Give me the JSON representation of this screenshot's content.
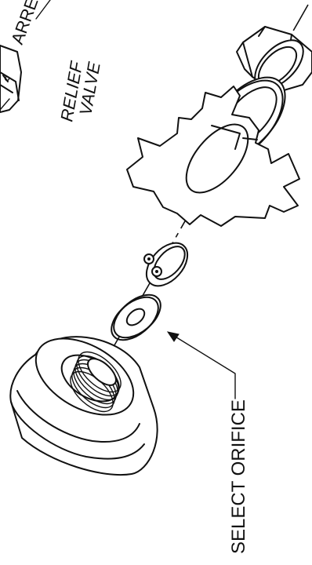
{
  "labels": {
    "relief_valve_line1": "RELIEF",
    "relief_valve_line2": "VALVE",
    "arrestor_partial": "ARRE",
    "select_orifice": "SELECT ORIFICE"
  }
}
